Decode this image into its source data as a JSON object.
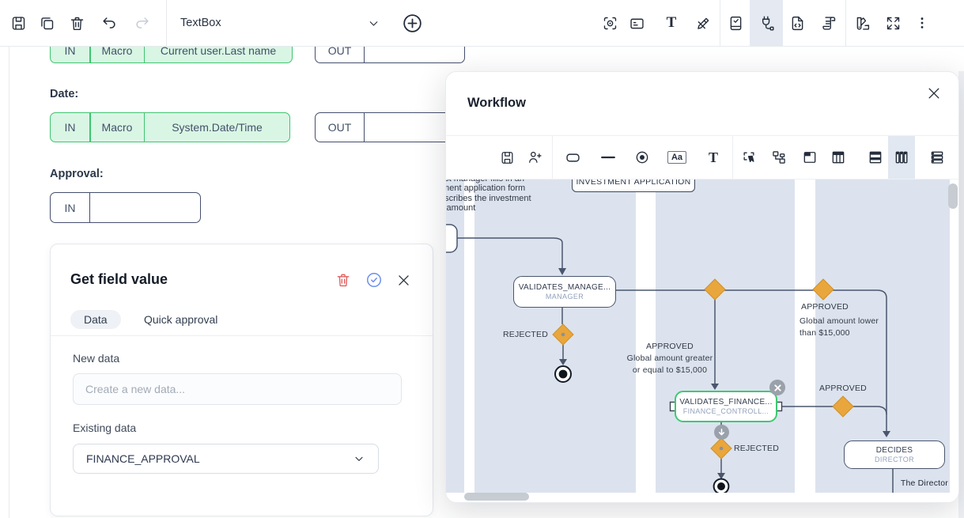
{
  "colors": {
    "accent_green": "#3fc46f",
    "pill_green_bg": "#d9f6e4",
    "diamond_orange": "#e9a63c",
    "lane_fill": "#dce3ee",
    "node_border": "#4a566e",
    "danger_red": "#e25c5c",
    "approve_blue": "#6b8cef",
    "active_icon_bg": "#e2e8f1"
  },
  "top_toolbar": {
    "selected_component": "TextBox",
    "icons_left": [
      "save-icon",
      "duplicate-icon",
      "trash-icon",
      "undo-icon",
      "redo-icon"
    ],
    "icons_right": [
      "preview-eye-icon",
      "form-card-icon",
      "text-tool-icon",
      "design-pencil-ruler-icon",
      "validation-book-icon",
      "integrations-plug-icon",
      "code-file-icon",
      "script-scroll-icon",
      "theme-swatches-icon",
      "fullscreen-icon",
      "more-kebab-icon"
    ]
  },
  "icons_text": {
    "text_tool": "T",
    "label_tool": "Aa"
  },
  "form": {
    "rows": [
      {
        "in_label": "IN",
        "macro_label": "Macro",
        "value": "Current user.Last name",
        "out_label": "OUT"
      },
      {
        "label": "Date:",
        "in_label": "IN",
        "macro_label": "Macro",
        "value": "System.Date/Time",
        "out_label": "OUT"
      }
    ],
    "approval": {
      "label": "Approval:",
      "in_label": "IN"
    }
  },
  "card": {
    "title": "Get field value",
    "tabs": [
      {
        "label": "Data",
        "active": true
      },
      {
        "label": "Quick approval",
        "active": false
      }
    ],
    "new_data": {
      "label": "New data",
      "placeholder": "Create a new data..."
    },
    "existing_data": {
      "label": "Existing data",
      "value": "FINANCE_APPROVAL"
    }
  },
  "workflow": {
    "title": "Workflow",
    "toolbar_icons": [
      "save-icon",
      "add-user-icon",
      "state-node-icon",
      "transition-line-icon",
      "end-node-icon",
      "label-tool-icon",
      "text-tool-icon",
      "bezier-select-icon",
      "org-chart-icon",
      "lane-header-icon",
      "table-columns-icon",
      "table-rows-icon",
      "vertical-lanes-icon",
      "horizontal-lanes-icon"
    ],
    "diagram": {
      "annotation": [
        "ect manager fills in an",
        "tment application form",
        "escribes the investment",
        "s amount"
      ],
      "process_title": "INVESTMENT APPLICATION",
      "nodes": {
        "manager": {
          "title": "VALIDATES_MANAGE...",
          "subtitle": "MANAGER"
        },
        "finance": {
          "title": "VALIDATES_FINANCE...",
          "subtitle": "FINANCE_CONTROLL..."
        },
        "director": {
          "title": "DECIDES",
          "subtitle": "DIRECTOR"
        }
      },
      "labels": {
        "rejected_manager": "REJECTED",
        "approved_mid": {
          "title": "APPROVED",
          "line1": "Global amount greater",
          "line2": "or equal to $15,000"
        },
        "approved_low": {
          "title": "APPROVED",
          "line1": "Global amount lower",
          "line2": "than $15,000"
        },
        "approved_final": "APPROVED",
        "rejected_finance": "REJECTED",
        "footer_note": "The Director"
      }
    }
  }
}
